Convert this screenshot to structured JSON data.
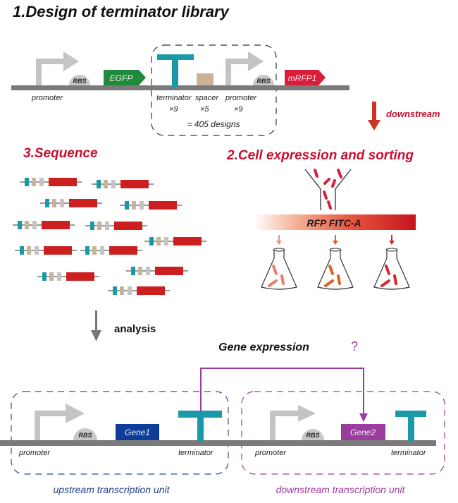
{
  "section1": {
    "title": "1.Design of terminator library",
    "labels": {
      "promoter": "promoter",
      "rbs": "RBS",
      "egfp": "EGFP",
      "mrfp1": "mRFP1",
      "terminator": "terminator",
      "terminator_count": "×9",
      "spacer": "spacer",
      "spacer_count": "×5",
      "promoter2": "promoter",
      "promoter_count": "×9",
      "total": "= 405 designs"
    },
    "arrow_label": "downstream"
  },
  "section2": {
    "title": "2.Cell expression and sorting",
    "bar_label": "RFP FITC-A"
  },
  "section3": {
    "title": "3.Sequence"
  },
  "analysis": {
    "label": "analysis"
  },
  "gene_expression": {
    "label": "Gene expression",
    "question": "?"
  },
  "bottom": {
    "upstream": {
      "promoter": "promoter",
      "rbs": "RBS",
      "gene": "Gene1",
      "terminator": "terminator",
      "caption": "upstream transcription unit"
    },
    "downstream": {
      "promoter": "promoter",
      "rbs": "RBS",
      "gene": "Gene2",
      "terminator": "terminator",
      "caption": "downstream transcription unit"
    }
  },
  "colors": {
    "title_red": "#c8102e",
    "teal": "#1a9aa8",
    "tan": "#c8b49a",
    "grey_promoter": "#c4c4c4",
    "backbone": "#7a7a7a",
    "egfp_green": "#1f8a3c",
    "mrfp_red": "#d81e3a",
    "seq_red": "#cc1f1f",
    "gene1_blue": "#0d3d99",
    "gene2_purple": "#9b3d9e",
    "upstream_blue": "#2b4f8f",
    "downstream_purple": "#9b3d9e",
    "flask1_cells": "#ee7a72",
    "flask2_cells": "#e0601c",
    "flask3_cells": "#d9262a"
  }
}
